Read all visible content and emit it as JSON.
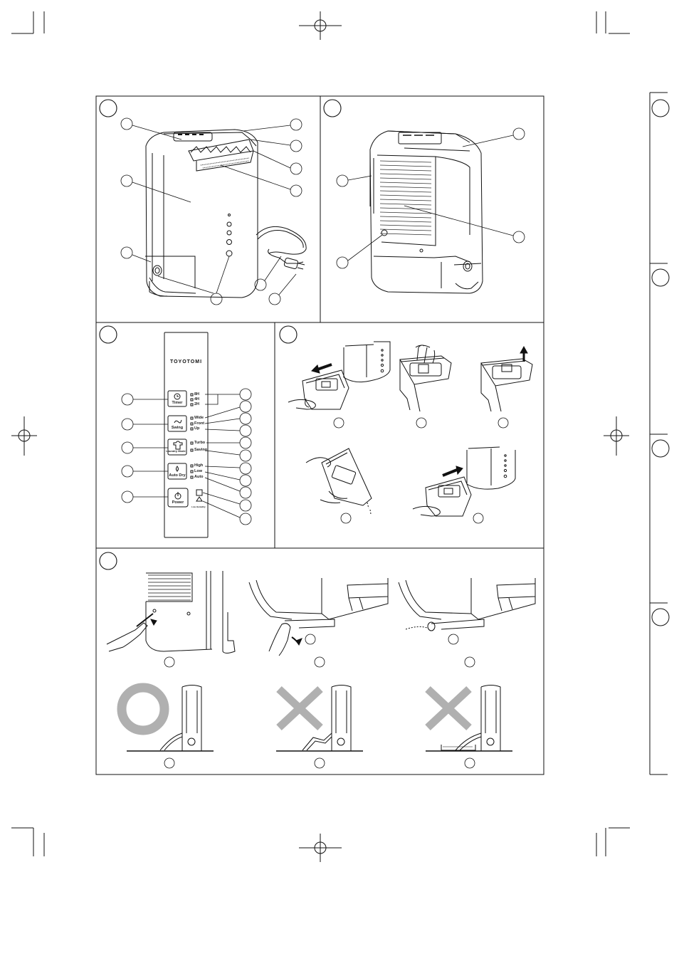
{
  "panel": {
    "logo": "TOYOTOMI",
    "timer": {
      "button": "Timer",
      "options": [
        "8H",
        "4H",
        "2H"
      ]
    },
    "swing": {
      "button": "Swing",
      "options": [
        "Wide",
        "Front",
        "Up"
      ]
    },
    "laundry": {
      "button": "Laundry Mode",
      "options": [
        "Turbo",
        "Saving"
      ]
    },
    "autodry": {
      "button": "Auto Dry",
      "options": [
        "High",
        "Low",
        "Auto"
      ]
    },
    "power": {
      "button": "Power"
    },
    "indicator_bottom": "Low Humidity"
  }
}
